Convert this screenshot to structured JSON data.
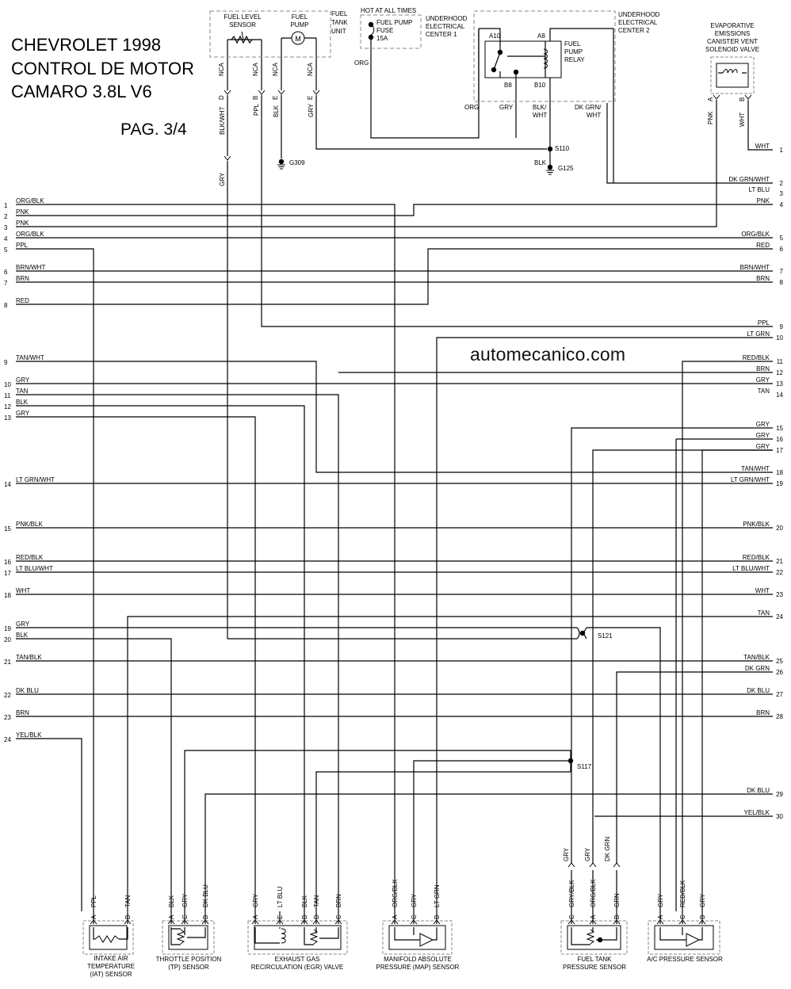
{
  "header": {
    "line1": "CHEVROLET 1998",
    "line2": "CONTROL DE MOTOR",
    "line3": "CAMARO 3.8L V6",
    "page": "PAG. 3/4"
  },
  "watermark": "automecanico.com",
  "top_components": {
    "fuel_tank_unit": [
      "FUEL",
      "TANK",
      "UNIT"
    ],
    "fuel_level_sensor": [
      "FUEL LEVEL",
      "SENSOR"
    ],
    "fuel_pump": [
      "FUEL",
      "PUMP"
    ],
    "hot_at_all_times": "HOT AT ALL TIMES",
    "fuse": [
      "FUEL PUMP",
      "FUSE",
      "15A"
    ],
    "underhood_1": [
      "UNDERHOOD",
      "ELECTRICAL",
      "CENTER 1"
    ],
    "underhood_2": [
      "UNDERHOOD",
      "ELECTRICAL",
      "CENTER 2"
    ],
    "relay": [
      "FUEL",
      "PUMP",
      "RELAY"
    ],
    "relay_pins": [
      "A10",
      "A8",
      "B8",
      "B10"
    ],
    "evap": [
      "EVAPORATIVE",
      "EMISSIONS",
      "CANISTER VENT",
      "SOLENOID VALVE"
    ],
    "grounds": [
      "G309",
      "G125"
    ],
    "splices_top": [
      "S110"
    ],
    "pins_top": [
      "D",
      "B",
      "E",
      "E",
      "A",
      "B"
    ],
    "nca": [
      "NCA",
      "NCA",
      "NCA",
      "NCA"
    ],
    "wire_labels_top": [
      "BLK/WHT",
      "PPL",
      "BLK",
      "GRY",
      "GRY",
      "ORG",
      "ORG",
      "GRY",
      "BLK/",
      "WHT",
      "DK GRN/",
      "WHT",
      "BLK",
      "PNK",
      "WHT"
    ]
  },
  "left_connector": [
    {
      "n": "1",
      "label": "ORG/BLK"
    },
    {
      "n": "2",
      "label": "PNK"
    },
    {
      "n": "3",
      "label": "PNK"
    },
    {
      "n": "4",
      "label": "ORG/BLK"
    },
    {
      "n": "5",
      "label": "PPL"
    },
    {
      "n": "6",
      "label": "BRN/WHT"
    },
    {
      "n": "7",
      "label": "BRN"
    },
    {
      "n": "8",
      "label": "RED"
    },
    {
      "n": "9",
      "label": "TAN/WHT"
    },
    {
      "n": "10",
      "label": "GRY"
    },
    {
      "n": "11",
      "label": "TAN"
    },
    {
      "n": "12",
      "label": "BLK"
    },
    {
      "n": "13",
      "label": "GRY"
    },
    {
      "n": "14",
      "label": "LT GRN/WHT"
    },
    {
      "n": "15",
      "label": "PNK/BLK"
    },
    {
      "n": "16",
      "label": "RED/BLK"
    },
    {
      "n": "17",
      "label": "LT BLU/WHT"
    },
    {
      "n": "18",
      "label": "WHT"
    },
    {
      "n": "19",
      "label": "GRY"
    },
    {
      "n": "20",
      "label": "BLK"
    },
    {
      "n": "21",
      "label": "TAN/BLK"
    },
    {
      "n": "22",
      "label": "DK BLU"
    },
    {
      "n": "23",
      "label": "BRN"
    },
    {
      "n": "24",
      "label": "YEL/BLK"
    }
  ],
  "right_connector": [
    {
      "n": "1",
      "label": "WHT"
    },
    {
      "n": "2",
      "label": "DK GRN/WHT"
    },
    {
      "n": "3",
      "label": "LT BLU"
    },
    {
      "n": "4",
      "label": "PNK"
    },
    {
      "n": "5",
      "label": "ORG/BLK"
    },
    {
      "n": "6",
      "label": "RED"
    },
    {
      "n": "7",
      "label": "BRN/WHT"
    },
    {
      "n": "8",
      "label": "BRN"
    },
    {
      "n": "9",
      "label": "PPL"
    },
    {
      "n": "10",
      "label": "LT GRN"
    },
    {
      "n": "11",
      "label": "RED/BLK"
    },
    {
      "n": "12",
      "label": "BRN"
    },
    {
      "n": "13",
      "label": "GRY"
    },
    {
      "n": "14",
      "label": "TAN"
    },
    {
      "n": "15",
      "label": "GRY"
    },
    {
      "n": "16",
      "label": "GRY"
    },
    {
      "n": "17",
      "label": "GRY"
    },
    {
      "n": "18",
      "label": "TAN/WHT"
    },
    {
      "n": "19",
      "label": "LT GRN/WHT"
    },
    {
      "n": "20",
      "label": "PNK/BLK"
    },
    {
      "n": "21",
      "label": "RED/BLK"
    },
    {
      "n": "22",
      "label": "LT BLU/WHT"
    },
    {
      "n": "23",
      "label": "WHT"
    },
    {
      "n": "24",
      "label": "TAN"
    },
    {
      "n": "25",
      "label": "TAN/BLK"
    },
    {
      "n": "26",
      "label": "DK GRN"
    },
    {
      "n": "27",
      "label": "DK BLU"
    },
    {
      "n": "28",
      "label": "BRN"
    },
    {
      "n": "29",
      "label": "DK BLU"
    },
    {
      "n": "30",
      "label": "YEL/BLK"
    }
  ],
  "splices": [
    "S121",
    "S117"
  ],
  "bottom_wire_labels": {
    "dk_grn_upper": "DK GRN",
    "gry_upper": "GRY"
  },
  "sensors": [
    {
      "name": [
        "INTAKE AIR",
        "TEMPERATURE",
        "(IAT) SENSOR"
      ],
      "pins": [
        {
          "p": "A",
          "w": "PPL"
        },
        {
          "p": "B",
          "w": "TAN"
        }
      ]
    },
    {
      "name": [
        "THROTTLE POSITION",
        "(TP) SENSOR"
      ],
      "pins": [
        {
          "p": "A",
          "w": "BLK"
        },
        {
          "p": "C",
          "w": "GRY"
        },
        {
          "p": "B",
          "w": "DK BLU"
        }
      ]
    },
    {
      "name": [
        "EXHAUST GAS",
        "RECIRCULATION (EGR) VALVE"
      ],
      "pins": [
        {
          "p": "A",
          "w": "GRY"
        },
        {
          "p": "E",
          "w": "LT BLU"
        },
        {
          "p": "B",
          "w": "BLK"
        },
        {
          "p": "D",
          "w": "TAN"
        },
        {
          "p": "C",
          "w": "BRN"
        }
      ]
    },
    {
      "name": [
        "MANIFOLD ABSOLUTE",
        "PRESSURE (MAP) SENSOR"
      ],
      "pins": [
        {
          "p": "A",
          "w": "ORG/BLK"
        },
        {
          "p": "C",
          "w": "GRY"
        },
        {
          "p": "B",
          "w": "LT GRN"
        }
      ]
    },
    {
      "name": [
        "FUEL TANK",
        "PRESSURE SENSOR"
      ],
      "pins": [
        {
          "p": "C",
          "w": "GRY/BLK"
        },
        {
          "p": "A",
          "w": "ORG/BLK"
        },
        {
          "p": "B",
          "w": "GRN"
        }
      ]
    },
    {
      "name": [
        "A/C PRESSURE SENSOR"
      ],
      "pins": [
        {
          "p": "A",
          "w": "GRY"
        },
        {
          "p": "C",
          "w": "RED/BLK"
        },
        {
          "p": "B",
          "w": "GRY"
        }
      ]
    }
  ]
}
